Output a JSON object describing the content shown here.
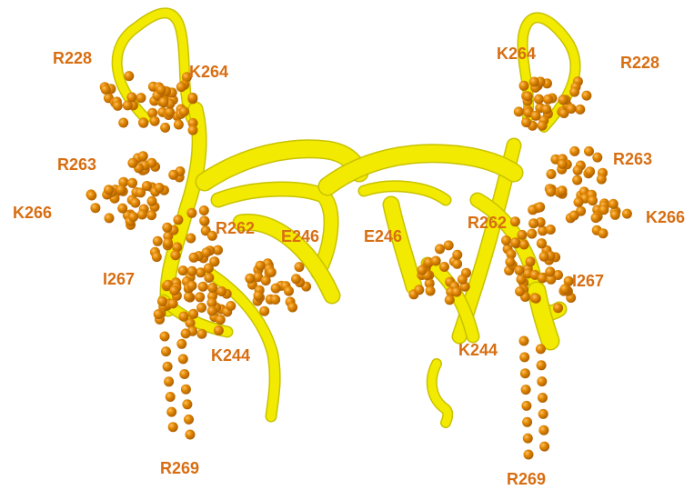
{
  "colors": {
    "background": "#ffffff",
    "ribbon": "#f2ea00",
    "ribbon_shade": "#c9c200",
    "atom": "#e08600",
    "atom_shade": "#a85c00",
    "label": "#d86e12"
  },
  "left_chain": {
    "residues": [
      "R228",
      "K264",
      "R263",
      "K266",
      "R262",
      "E246",
      "I267",
      "K244",
      "R269"
    ]
  },
  "right_chain": {
    "residues": [
      "K264",
      "R228",
      "R263",
      "K266",
      "R262",
      "E246",
      "I267",
      "K244",
      "R269"
    ]
  }
}
